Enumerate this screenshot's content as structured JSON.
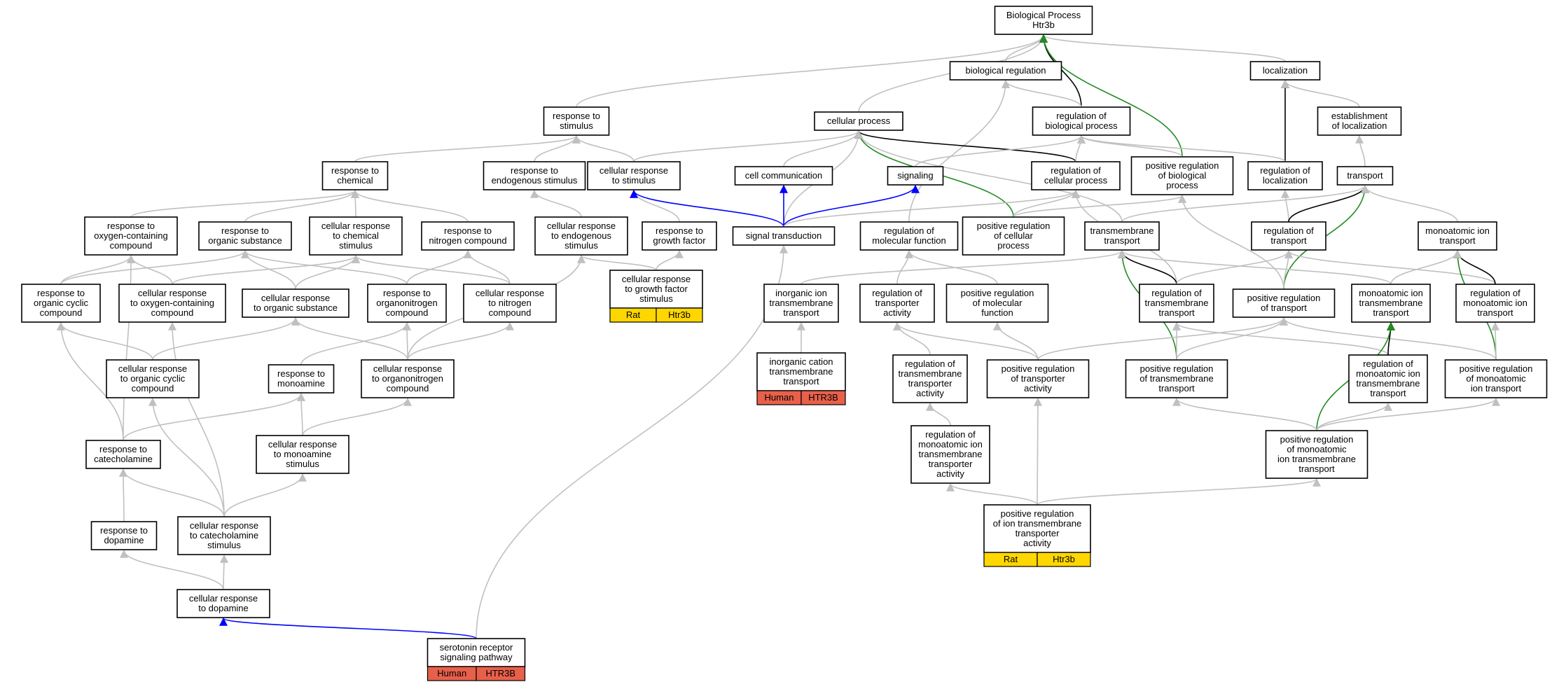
{
  "colors": {
    "edge_default": "#c0c0c0",
    "edge_black": "#000000",
    "edge_blue": "#0000ff",
    "edge_green": "#228b22",
    "human_tag": "#e8604a",
    "rat_tag": "#ffd700"
  },
  "nodes": {
    "bp": {
      "lines": [
        "Biological Process",
        "Htr3b"
      ]
    },
    "bioreg": {
      "lines": [
        "biological regulation"
      ]
    },
    "loc": {
      "lines": [
        "localization"
      ]
    },
    "rts": {
      "lines": [
        "response to",
        "stimulus"
      ]
    },
    "cp": {
      "lines": [
        "cellular process"
      ]
    },
    "regbp": {
      "lines": [
        "regulation of",
        "biological process"
      ]
    },
    "estloc": {
      "lines": [
        "establishment",
        "of localization"
      ]
    },
    "rtc": {
      "lines": [
        "response to",
        "chemical"
      ]
    },
    "rtes": {
      "lines": [
        "response to",
        "endogenous stimulus"
      ]
    },
    "crts": {
      "lines": [
        "cellular response",
        "to stimulus"
      ]
    },
    "cc": {
      "lines": [
        "cell communication"
      ]
    },
    "sig": {
      "lines": [
        "signaling"
      ]
    },
    "regcp": {
      "lines": [
        "regulation of",
        "cellular process"
      ]
    },
    "posregbp": {
      "lines": [
        "positive regulation",
        "of biological",
        "process"
      ]
    },
    "regloc": {
      "lines": [
        "regulation of",
        "localization"
      ]
    },
    "transport": {
      "lines": [
        "transport"
      ]
    },
    "rtocc": {
      "lines": [
        "response to",
        "oxygen-containing",
        "compound"
      ]
    },
    "rtos": {
      "lines": [
        "response to",
        "organic substance"
      ]
    },
    "crtcs": {
      "lines": [
        "cellular response",
        "to chemical",
        "stimulus"
      ]
    },
    "rtnc": {
      "lines": [
        "response to",
        "nitrogen compound"
      ]
    },
    "crtes": {
      "lines": [
        "cellular response",
        "to endogenous",
        "stimulus"
      ]
    },
    "rtgf": {
      "lines": [
        "response to",
        "growth factor"
      ]
    },
    "st": {
      "lines": [
        "signal transduction"
      ]
    },
    "regmf": {
      "lines": [
        "regulation of",
        "molecular function"
      ]
    },
    "posregcp": {
      "lines": [
        "positive regulation",
        "of cellular",
        "process"
      ]
    },
    "tmt": {
      "lines": [
        "transmembrane",
        "transport"
      ]
    },
    "regtr": {
      "lines": [
        "regulation of",
        "transport"
      ]
    },
    "mit": {
      "lines": [
        "monoatomic ion",
        "transport"
      ]
    },
    "rtocyc": {
      "lines": [
        "response to",
        "organic cyclic",
        "compound"
      ]
    },
    "crtocc": {
      "lines": [
        "cellular response",
        "to oxygen-containing",
        "compound"
      ]
    },
    "crtos": {
      "lines": [
        "cellular response",
        "to organic substance"
      ]
    },
    "rtonc": {
      "lines": [
        "response to",
        "organonitrogen",
        "compound"
      ]
    },
    "crtnc": {
      "lines": [
        "cellular response",
        "to nitrogen",
        "compound"
      ]
    },
    "crtgfs": {
      "lines": [
        "cellular response",
        "to growth factor",
        "stimulus"
      ],
      "tags": [
        "Rat",
        "Htr3b"
      ],
      "tagColor": "rat_tag"
    },
    "iitt": {
      "lines": [
        "inorganic ion",
        "transmembrane",
        "transport"
      ]
    },
    "regta": {
      "lines": [
        "regulation of",
        "transporter",
        "activity"
      ]
    },
    "posregmf": {
      "lines": [
        "positive regulation",
        "of molecular",
        "function"
      ]
    },
    "regtmt": {
      "lines": [
        "regulation of",
        "transmembrane",
        "transport"
      ]
    },
    "posregtr": {
      "lines": [
        "positive regulation",
        "of transport"
      ]
    },
    "mitmt": {
      "lines": [
        "monoatomic ion",
        "transmembrane",
        "transport"
      ]
    },
    "regmit": {
      "lines": [
        "regulation of",
        "monoatomic ion",
        "transport"
      ]
    },
    "crtocyc": {
      "lines": [
        "cellular response",
        "to organic cyclic",
        "compound"
      ]
    },
    "rtma": {
      "lines": [
        "response to",
        "monoamine"
      ]
    },
    "crtonc": {
      "lines": [
        "cellular response",
        "to organonitrogen",
        "compound"
      ]
    },
    "ictt": {
      "lines": [
        "inorganic cation",
        "transmembrane",
        "transport"
      ],
      "tags": [
        "Human",
        "HTR3B"
      ],
      "tagColor": "human_tag"
    },
    "regtmta": {
      "lines": [
        "regulation of",
        "transmembrane",
        "transporter",
        "activity"
      ]
    },
    "posregta": {
      "lines": [
        "positive regulation",
        "of transporter",
        "activity"
      ]
    },
    "posregtmt": {
      "lines": [
        "positive regulation",
        "of transmembrane",
        "transport"
      ]
    },
    "regmitmt": {
      "lines": [
        "regulation of",
        "monoatomic ion",
        "transmembrane",
        "transport"
      ]
    },
    "posregmit": {
      "lines": [
        "positive regulation",
        "of monoatomic",
        "ion transport"
      ]
    },
    "rtca": {
      "lines": [
        "response to",
        "catecholamine"
      ]
    },
    "crtmas": {
      "lines": [
        "cellular response",
        "to monoamine",
        "stimulus"
      ]
    },
    "regmitmta": {
      "lines": [
        "regulation of",
        "monoatomic ion",
        "transmembrane",
        "transporter",
        "activity"
      ]
    },
    "posregmitmt": {
      "lines": [
        "positive regulation",
        "of monoatomic",
        "ion transmembrane",
        "transport"
      ]
    },
    "rtdop": {
      "lines": [
        "response to",
        "dopamine"
      ]
    },
    "crtcas": {
      "lines": [
        "cellular response",
        "to catecholamine",
        "stimulus"
      ]
    },
    "posregitmta": {
      "lines": [
        "positive regulation",
        "of ion transmembrane",
        "transporter",
        "activity"
      ],
      "tags": [
        "Rat",
        "Htr3b"
      ],
      "tagColor": "rat_tag"
    },
    "crtdop": {
      "lines": [
        "cellular response",
        "to dopamine"
      ]
    },
    "srsp": {
      "lines": [
        "serotonin receptor",
        "signaling pathway"
      ],
      "tags": [
        "Human",
        "HTR3B"
      ],
      "tagColor": "human_tag"
    }
  },
  "edges": [
    [
      "bioreg",
      "bp",
      "default"
    ],
    [
      "rts",
      "bp",
      "default"
    ],
    [
      "cp",
      "bp",
      "default"
    ],
    [
      "loc",
      "bp",
      "default"
    ],
    [
      "regbp",
      "bp",
      "black"
    ],
    [
      "posregbp",
      "bp",
      "green"
    ],
    [
      "regbp",
      "bioreg",
      "default"
    ],
    [
      "regmf",
      "bioreg",
      "default"
    ],
    [
      "regloc",
      "loc",
      "black"
    ],
    [
      "estloc",
      "loc",
      "default"
    ],
    [
      "rtc",
      "rts",
      "default"
    ],
    [
      "rtes",
      "rts",
      "default"
    ],
    [
      "crts",
      "rts",
      "default"
    ],
    [
      "crts",
      "cp",
      "default"
    ],
    [
      "cc",
      "cp",
      "default"
    ],
    [
      "st",
      "cp",
      "default"
    ],
    [
      "regcp",
      "cp",
      "black"
    ],
    [
      "posregcp",
      "cp",
      "green"
    ],
    [
      "tmt",
      "cp",
      "default"
    ],
    [
      "regcp",
      "regbp",
      "default"
    ],
    [
      "posregbp",
      "regbp",
      "default"
    ],
    [
      "regloc",
      "regbp",
      "default"
    ],
    [
      "sig",
      "regbp",
      "default"
    ],
    [
      "transport",
      "estloc",
      "default"
    ],
    [
      "rtocc",
      "rtc",
      "default"
    ],
    [
      "rtos",
      "rtc",
      "default"
    ],
    [
      "crtcs",
      "rtc",
      "default"
    ],
    [
      "rtnc",
      "rtc",
      "default"
    ],
    [
      "crtes",
      "rtes",
      "default"
    ],
    [
      "rtgf",
      "crts",
      "default"
    ],
    [
      "st",
      "crts",
      "blue"
    ],
    [
      "st",
      "cc",
      "blue"
    ],
    [
      "st",
      "sig",
      "blue"
    ],
    [
      "posregcp",
      "regcp",
      "default"
    ],
    [
      "regtmt",
      "regcp",
      "default"
    ],
    [
      "st",
      "regcp",
      "default"
    ],
    [
      "posregcp",
      "posregbp",
      "default"
    ],
    [
      "posregtr",
      "posregbp",
      "default"
    ],
    [
      "regtr",
      "regloc",
      "default"
    ],
    [
      "regtr",
      "transport",
      "black"
    ],
    [
      "posregtr",
      "transport",
      "green"
    ],
    [
      "mit",
      "transport",
      "default"
    ],
    [
      "tmt",
      "transport",
      "default"
    ],
    [
      "crtocc",
      "rtocc",
      "default"
    ],
    [
      "rtocyc",
      "rtocc",
      "default"
    ],
    [
      "rtca",
      "rtocc",
      "default"
    ],
    [
      "crtos",
      "rtos",
      "default"
    ],
    [
      "rtonc",
      "rtos",
      "default"
    ],
    [
      "rtocyc",
      "rtos",
      "default"
    ],
    [
      "crtocc",
      "crtcs",
      "default"
    ],
    [
      "crtos",
      "crtcs",
      "default"
    ],
    [
      "crtnc",
      "crtcs",
      "default"
    ],
    [
      "rtonc",
      "rtnc",
      "default"
    ],
    [
      "crtnc",
      "rtnc",
      "default"
    ],
    [
      "crtonc",
      "crtes",
      "default"
    ],
    [
      "crtgfs",
      "crtes",
      "default"
    ],
    [
      "crtgfs",
      "rtgf",
      "default"
    ],
    [
      "srsp",
      "st",
      "default"
    ],
    [
      "regta",
      "regmf",
      "default"
    ],
    [
      "posregmf",
      "regmf",
      "default"
    ],
    [
      "posregtmt",
      "tmt",
      "green"
    ],
    [
      "regtmt",
      "tmt",
      "black"
    ],
    [
      "mitmt",
      "tmt",
      "default"
    ],
    [
      "iitt",
      "tmt",
      "default"
    ],
    [
      "regtmt",
      "regtr",
      "default"
    ],
    [
      "posregtr",
      "regtr",
      "default"
    ],
    [
      "regmit",
      "regtr",
      "default"
    ],
    [
      "regmit",
      "mit",
      "black"
    ],
    [
      "posregmit",
      "mit",
      "green"
    ],
    [
      "mitmt",
      "mit",
      "default"
    ],
    [
      "crtocyc",
      "rtocyc",
      "default"
    ],
    [
      "rtca",
      "rtocyc",
      "default"
    ],
    [
      "crtocyc",
      "crtos",
      "default"
    ],
    [
      "crtonc",
      "crtos",
      "default"
    ],
    [
      "crtonc",
      "rtonc",
      "default"
    ],
    [
      "rtma",
      "rtonc",
      "default"
    ],
    [
      "crtonc",
      "crtnc",
      "default"
    ],
    [
      "ictt",
      "iitt",
      "default"
    ],
    [
      "regtmta",
      "regta",
      "default"
    ],
    [
      "posregta",
      "regta",
      "default"
    ],
    [
      "posregta",
      "posregmf",
      "default"
    ],
    [
      "posregtmt",
      "regtmt",
      "default"
    ],
    [
      "regmitmt",
      "regtmt",
      "default"
    ],
    [
      "posregtmt",
      "posregtr",
      "default"
    ],
    [
      "posregmit",
      "posregtr",
      "default"
    ],
    [
      "posregta",
      "posregtr",
      "default"
    ],
    [
      "regmitmt",
      "mitmt",
      "black"
    ],
    [
      "posregmitmt",
      "mitmt",
      "green"
    ],
    [
      "posregmit",
      "regmit",
      "default"
    ],
    [
      "crtcas",
      "crtocyc",
      "default"
    ],
    [
      "crtmas",
      "crtonc",
      "default"
    ],
    [
      "rtca",
      "rtma",
      "default"
    ],
    [
      "crtmas",
      "rtma",
      "default"
    ],
    [
      "regmitmta",
      "regtmta",
      "default"
    ],
    [
      "posregitmta",
      "posregta",
      "default"
    ],
    [
      "posregmitmt",
      "posregtmt",
      "default"
    ],
    [
      "posregmitmt",
      "regmitmt",
      "default"
    ],
    [
      "posregmitmt",
      "posregmit",
      "default"
    ],
    [
      "rtdop",
      "rtca",
      "default"
    ],
    [
      "crtcas",
      "rtca",
      "default"
    ],
    [
      "crtcas",
      "crtmas",
      "default"
    ],
    [
      "crtcas",
      "crtocc",
      "default"
    ],
    [
      "posregitmta",
      "regmitmta",
      "default"
    ],
    [
      "posregitmta",
      "posregmitmt",
      "default"
    ],
    [
      "crtdop",
      "rtdop",
      "default"
    ],
    [
      "crtdop",
      "crtcas",
      "default"
    ],
    [
      "srsp",
      "crtdop",
      "blue"
    ]
  ]
}
